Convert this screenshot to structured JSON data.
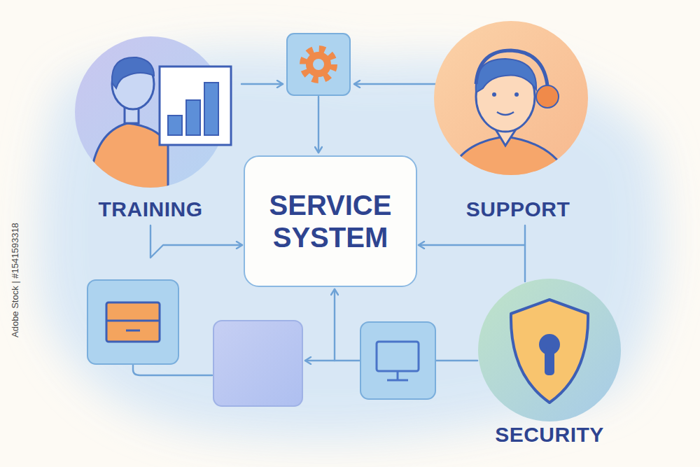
{
  "diagram": {
    "nodes": [
      {
        "text": [
          "TRAINING"
        ]
      },
      {
        "text": [
          "SERVICE SYSTEM"
        ]
      },
      {
        "text": [
          "SUPPORT"
        ]
      },
      {
        "text": [
          "SECURITY"
        ]
      }
    ],
    "edges": [
      {
        "from": 0,
        "to": 1,
        "arrow": "to"
      },
      {
        "from": 2,
        "to": 1,
        "arrow": "to"
      },
      {
        "from": 3,
        "to": 1,
        "arrow": "to"
      }
    ],
    "labels": [
      "Adobe Stock | #1541593318"
    ]
  }
}
